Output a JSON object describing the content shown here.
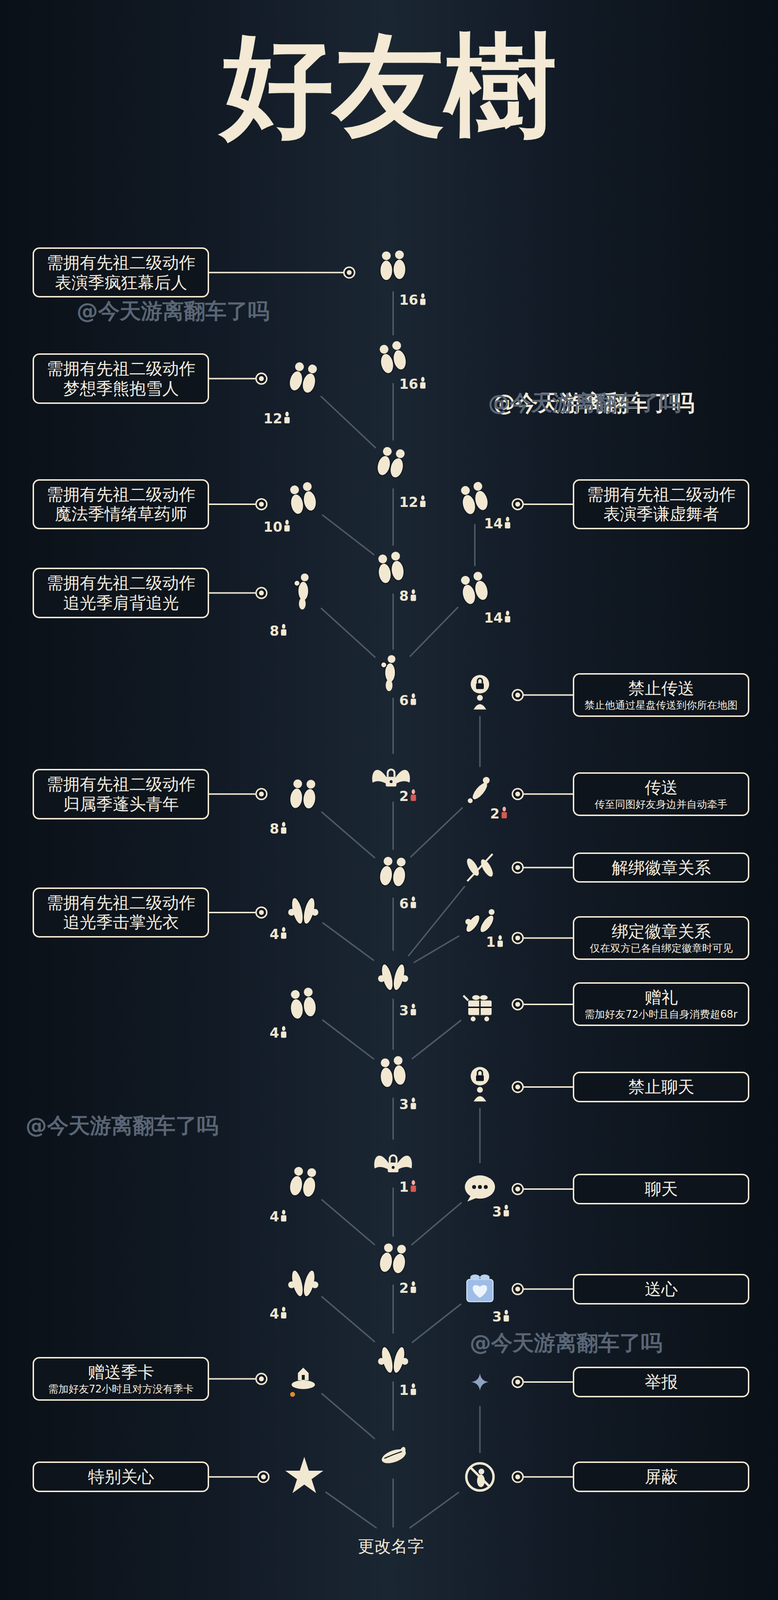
{
  "diagram": {
    "title": "好友樹",
    "nodes": [
      {
        "text": [
          "需拥有先祖二级动作",
          "表演季疯狂幕后人"
        ]
      },
      {
        "text": [
          "需拥有先祖二级动作",
          "梦想季熊抱雪人"
        ]
      },
      {
        "text": [
          "需拥有先祖二级动作",
          "魔法季情绪草药师"
        ]
      },
      {
        "text": [
          "需拥有先祖二级动作",
          "表演季谦虚舞者"
        ]
      },
      {
        "text": [
          "需拥有先祖二级动作",
          "追光季肩背追光"
        ]
      },
      {
        "text": [
          "禁止传送",
          "禁止他通过星盘传送到你所在地图"
        ]
      },
      {
        "text": [
          "需拥有先祖二级动作",
          "归属季蓬头青年"
        ]
      },
      {
        "text": [
          "传送",
          "传至同图好友身边并自动牵手"
        ]
      },
      {
        "text": [
          "解绑徽章关系"
        ]
      },
      {
        "text": [
          "需拥有先祖二级动作",
          "追光季击掌光衣"
        ]
      },
      {
        "text": [
          "绑定徽章关系",
          "仅在双方已各自绑定徽章时可见"
        ]
      },
      {
        "text": [
          "赠礼",
          "需加好友72小时且自身消费超68r"
        ]
      },
      {
        "text": [
          "禁止聊天"
        ]
      },
      {
        "text": [
          "聊天"
        ]
      },
      {
        "text": [
          "送心"
        ]
      },
      {
        "text": [
          "赠送季卡",
          "需加好友72小时且对方没有季卡"
        ]
      },
      {
        "text": [
          "举报"
        ]
      },
      {
        "text": [
          "特别关心"
        ]
      },
      {
        "text": [
          "屏蔽"
        ]
      }
    ],
    "labels": [
      "@今天游离翻车了吗",
      "@今天游离翻车了吗",
      "@今天游离翻车了吗",
      "@今天游离翻车了吗",
      "@今天游离翻车了吗",
      "16",
      "16",
      "12",
      "8",
      "6",
      "2",
      "6",
      "3",
      "3",
      "1",
      "2",
      "1",
      "12",
      "10",
      "8",
      "8",
      "4",
      "4",
      "4",
      "4",
      "14",
      "14",
      "2",
      "1",
      "3",
      "3",
      "更改名字"
    ]
  }
}
